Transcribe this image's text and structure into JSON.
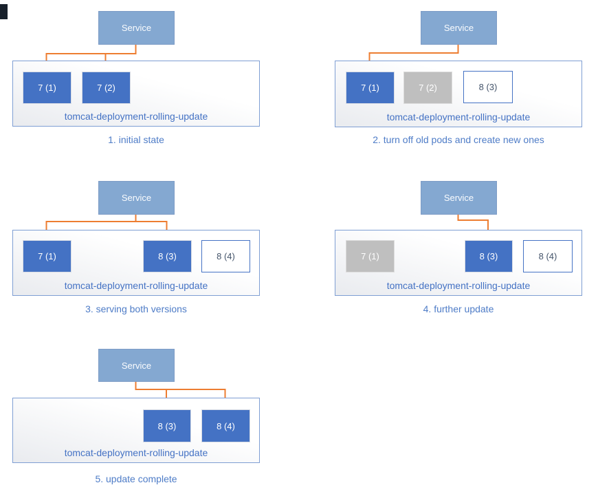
{
  "colors": {
    "pod_active": "#4472C4",
    "pod_terminated": "#BFBFBF",
    "pod_new_bg": "#FFFFFF",
    "pod_new_border": "#4472C4",
    "service_fill": "#84A8D1",
    "arrow": "#ED7D31",
    "deployment_label_text": "#4472C4",
    "caption_text": "#4E7CC7",
    "container_border": "#7E9ED3"
  },
  "panels": [
    {
      "caption": "1. initial state",
      "service": "Service",
      "deployment": "tomcat-deployment-rolling-update",
      "pods": [
        {
          "label": "7 (1)",
          "state": "active"
        },
        {
          "label": "7 (2)",
          "state": "active"
        }
      ]
    },
    {
      "caption": "2. turn off old pods and create new ones",
      "service": "Service",
      "deployment": "tomcat-deployment-rolling-update",
      "pods": [
        {
          "label": "7 (1)",
          "state": "active"
        },
        {
          "label": "7 (2)",
          "state": "terminated"
        },
        {
          "label": "8 (3)",
          "state": "new"
        }
      ]
    },
    {
      "caption": "3. serving both versions",
      "service": "Service",
      "deployment": "tomcat-deployment-rolling-update",
      "pods": [
        {
          "label": "7 (1)",
          "state": "active"
        },
        {
          "label": "8 (3)",
          "state": "active"
        },
        {
          "label": "8 (4)",
          "state": "new"
        }
      ]
    },
    {
      "caption": "4. further update",
      "service": "Service",
      "deployment": "tomcat-deployment-rolling-update",
      "pods": [
        {
          "label": "7 (1)",
          "state": "terminated"
        },
        {
          "label": "8 (3)",
          "state": "active"
        },
        {
          "label": "8 (4)",
          "state": "new"
        }
      ]
    },
    {
      "caption": "5. update complete",
      "service": "Service",
      "deployment": "tomcat-deployment-rolling-update",
      "pods": [
        {
          "label": "8 (3)",
          "state": "active"
        },
        {
          "label": "8 (4)",
          "state": "active"
        }
      ]
    }
  ]
}
